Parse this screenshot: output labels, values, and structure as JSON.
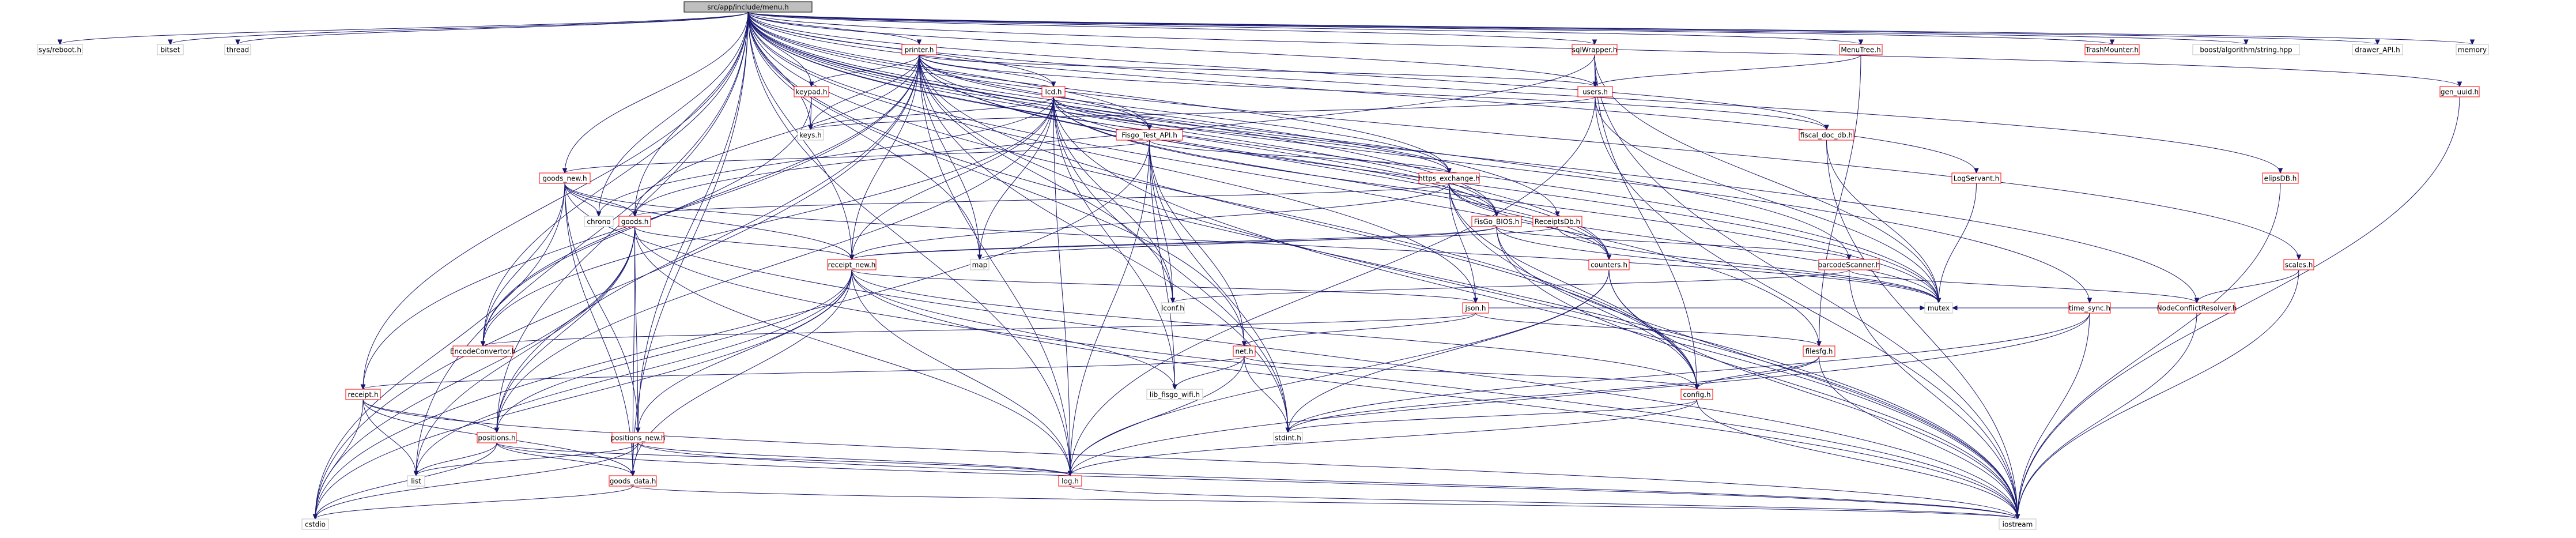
{
  "root": "src/app/include/menu.h",
  "nodes": [
    {
      "id": "menu",
      "label": "src/app/include/menu.h",
      "kind": "root"
    },
    {
      "id": "sysreboot",
      "label": "sys/reboot.h",
      "kind": "external"
    },
    {
      "id": "bitset",
      "label": "bitset",
      "kind": "external"
    },
    {
      "id": "thread",
      "label": "thread",
      "kind": "external"
    },
    {
      "id": "printer",
      "label": "printer.h",
      "kind": "local"
    },
    {
      "id": "sqlwrapper",
      "label": "sqlWrapper.h",
      "kind": "local"
    },
    {
      "id": "menutree",
      "label": "MenuTree.h",
      "kind": "local"
    },
    {
      "id": "trashmounter",
      "label": "TrashMounter.h",
      "kind": "local"
    },
    {
      "id": "boostalgo",
      "label": "boost/algorithm/string.hpp",
      "kind": "external"
    },
    {
      "id": "drawerapi",
      "label": "drawer_API.h",
      "kind": "external"
    },
    {
      "id": "memory",
      "label": "memory",
      "kind": "external"
    },
    {
      "id": "keypad",
      "label": "keypad.h",
      "kind": "local"
    },
    {
      "id": "lcd",
      "label": "lcd.h",
      "kind": "local"
    },
    {
      "id": "users",
      "label": "users.h",
      "kind": "local"
    },
    {
      "id": "keys",
      "label": "keys.h",
      "kind": "external"
    },
    {
      "id": "fiscaldoc",
      "label": "fiscal_doc_db.h",
      "kind": "local"
    },
    {
      "id": "fisgotest",
      "label": "Fisgo_Test_API.h",
      "kind": "local"
    },
    {
      "id": "goodsnew",
      "label": "goods_new.h",
      "kind": "local"
    },
    {
      "id": "https",
      "label": "https_exchange.h",
      "kind": "local"
    },
    {
      "id": "logservant",
      "label": "LogServant.h",
      "kind": "local"
    },
    {
      "id": "elipsdb",
      "label": "elipsDB.h",
      "kind": "local"
    },
    {
      "id": "genuuid",
      "label": "gen_uuid.h",
      "kind": "local"
    },
    {
      "id": "chrono",
      "label": "chrono",
      "kind": "external"
    },
    {
      "id": "goods",
      "label": "goods.h",
      "kind": "local"
    },
    {
      "id": "fisgobios",
      "label": "FisGo_BIOS.h",
      "kind": "local"
    },
    {
      "id": "receiptsdb",
      "label": "ReceiptsDb.h",
      "kind": "local"
    },
    {
      "id": "barcode",
      "label": "barcodeScanner.h",
      "kind": "local"
    },
    {
      "id": "scales",
      "label": "scales.h",
      "kind": "local"
    },
    {
      "id": "map",
      "label": "map",
      "kind": "external"
    },
    {
      "id": "receiptnew",
      "label": "receipt_new.h",
      "kind": "local"
    },
    {
      "id": "counters",
      "label": "counters.h",
      "kind": "local"
    },
    {
      "id": "timesync",
      "label": "time_sync.h",
      "kind": "local"
    },
    {
      "id": "nodeconflict",
      "label": "NodeConflictResolver.h",
      "kind": "local"
    },
    {
      "id": "lconf",
      "label": "lconf.h",
      "kind": "external"
    },
    {
      "id": "json",
      "label": "json.h",
      "kind": "local"
    },
    {
      "id": "mutex",
      "label": "mutex",
      "kind": "external"
    },
    {
      "id": "encode",
      "label": "EncodeConvertor.h",
      "kind": "local"
    },
    {
      "id": "net",
      "label": "net.h",
      "kind": "local"
    },
    {
      "id": "filesfg",
      "label": "filesfg.h",
      "kind": "local"
    },
    {
      "id": "receipt",
      "label": "receipt.h",
      "kind": "local"
    },
    {
      "id": "config",
      "label": "config.h",
      "kind": "local"
    },
    {
      "id": "libfiscow",
      "label": "lib_fisgo_wifi.h",
      "kind": "external"
    },
    {
      "id": "positions",
      "label": "positions.h",
      "kind": "local"
    },
    {
      "id": "positionsnew",
      "label": "positions_new.h",
      "kind": "local"
    },
    {
      "id": "stdint",
      "label": "stdint.h",
      "kind": "external"
    },
    {
      "id": "list",
      "label": "list",
      "kind": "external"
    },
    {
      "id": "log",
      "label": "log.h",
      "kind": "local"
    },
    {
      "id": "goodsdata",
      "label": "goods_data.h",
      "kind": "local"
    },
    {
      "id": "cstdio",
      "label": "cstdio",
      "kind": "external"
    },
    {
      "id": "iostream",
      "label": "iostream",
      "kind": "external"
    }
  ],
  "edges": [
    [
      "menu",
      "sysreboot"
    ],
    [
      "menu",
      "bitset"
    ],
    [
      "menu",
      "thread"
    ],
    [
      "menu",
      "printer"
    ],
    [
      "menu",
      "sqlwrapper"
    ],
    [
      "menu",
      "menutree"
    ],
    [
      "menu",
      "trashmounter"
    ],
    [
      "menu",
      "boostalgo"
    ],
    [
      "menu",
      "drawerapi"
    ],
    [
      "menu",
      "memory"
    ],
    [
      "menu",
      "keypad"
    ],
    [
      "menu",
      "lcd"
    ],
    [
      "menu",
      "users"
    ],
    [
      "menu",
      "keys"
    ],
    [
      "menu",
      "fiscaldoc"
    ],
    [
      "menu",
      "fisgotest"
    ],
    [
      "menu",
      "goodsnew"
    ],
    [
      "menu",
      "https"
    ],
    [
      "menu",
      "logservant"
    ],
    [
      "menu",
      "elipsdb"
    ],
    [
      "menu",
      "genuuid"
    ],
    [
      "menu",
      "chrono"
    ],
    [
      "menu",
      "goods"
    ],
    [
      "menu",
      "fisgobios"
    ],
    [
      "menu",
      "receiptsdb"
    ],
    [
      "menu",
      "barcode"
    ],
    [
      "menu",
      "scales"
    ],
    [
      "menu",
      "map"
    ],
    [
      "menu",
      "receiptnew"
    ],
    [
      "menu",
      "counters"
    ],
    [
      "menu",
      "timesync"
    ],
    [
      "menu",
      "nodeconflict"
    ],
    [
      "menu",
      "json"
    ],
    [
      "menu",
      "mutex"
    ],
    [
      "menu",
      "encode"
    ],
    [
      "menu",
      "net"
    ],
    [
      "menu",
      "filesfg"
    ],
    [
      "menu",
      "receipt"
    ],
    [
      "menu",
      "config"
    ],
    [
      "menu",
      "positions"
    ],
    [
      "menu",
      "positionsnew"
    ],
    [
      "menu",
      "list"
    ],
    [
      "menu",
      "log"
    ],
    [
      "menu",
      "goodsdata"
    ],
    [
      "menu",
      "iostream"
    ],
    [
      "printer",
      "keypad"
    ],
    [
      "printer",
      "lcd"
    ],
    [
      "printer",
      "users"
    ],
    [
      "printer",
      "keys"
    ],
    [
      "printer",
      "fiscaldoc"
    ],
    [
      "printer",
      "fisgotest"
    ],
    [
      "printer",
      "https"
    ],
    [
      "printer",
      "fisgobios"
    ],
    [
      "printer",
      "receiptnew"
    ],
    [
      "printer",
      "counters"
    ],
    [
      "printer",
      "lconf"
    ],
    [
      "printer",
      "mutex"
    ],
    [
      "printer",
      "encode"
    ],
    [
      "printer",
      "config"
    ],
    [
      "printer",
      "positions"
    ],
    [
      "printer",
      "log"
    ],
    [
      "printer",
      "cstdio"
    ],
    [
      "printer",
      "iostream"
    ],
    [
      "printer",
      "stdint"
    ],
    [
      "printer",
      "goods"
    ],
    [
      "printer",
      "receipt"
    ],
    [
      "printer",
      "map"
    ],
    [
      "sqlwrapper",
      "users"
    ],
    [
      "sqlwrapper",
      "goods"
    ],
    [
      "sqlwrapper",
      "config"
    ],
    [
      "sqlwrapper",
      "mutex"
    ],
    [
      "sqlwrapper",
      "iostream"
    ],
    [
      "menutree",
      "users"
    ],
    [
      "menutree",
      "filesfg"
    ],
    [
      "genuuid",
      "iostream"
    ],
    [
      "elipsdb",
      "iostream"
    ],
    [
      "keypad",
      "keys"
    ],
    [
      "keypad",
      "encode"
    ],
    [
      "lcd",
      "keys"
    ],
    [
      "lcd",
      "fisgotest"
    ],
    [
      "lcd",
      "https"
    ],
    [
      "lcd",
      "fisgobios"
    ],
    [
      "lcd",
      "receiptnew"
    ],
    [
      "lcd",
      "counters"
    ],
    [
      "lcd",
      "lconf"
    ],
    [
      "lcd",
      "map"
    ],
    [
      "lcd",
      "mutex"
    ],
    [
      "lcd",
      "encode"
    ],
    [
      "lcd",
      "log"
    ],
    [
      "lcd",
      "iostream"
    ],
    [
      "lcd",
      "stdint"
    ],
    [
      "lcd",
      "chrono"
    ],
    [
      "lcd",
      "libfiscow"
    ],
    [
      "lcd",
      "positions"
    ],
    [
      "users",
      "keys"
    ],
    [
      "users",
      "mutex"
    ],
    [
      "users",
      "iostream"
    ],
    [
      "users",
      "log"
    ],
    [
      "fiscaldoc",
      "mutex"
    ],
    [
      "fiscaldoc",
      "iostream"
    ],
    [
      "fisgotest",
      "goodsnew"
    ],
    [
      "fisgotest",
      "https"
    ],
    [
      "fisgotest",
      "net"
    ],
    [
      "fisgotest",
      "lconf"
    ],
    [
      "fisgotest",
      "log"
    ],
    [
      "fisgotest",
      "libfiscow"
    ],
    [
      "fisgotest",
      "stdint"
    ],
    [
      "fisgotest",
      "cstdio"
    ],
    [
      "goodsnew",
      "chrono"
    ],
    [
      "goodsnew",
      "goods"
    ],
    [
      "goodsnew",
      "receiptnew"
    ],
    [
      "goodsnew",
      "encode"
    ],
    [
      "goodsnew",
      "positionsnew"
    ],
    [
      "goodsnew",
      "mutex"
    ],
    [
      "goodsnew",
      "iostream"
    ],
    [
      "goodsnew",
      "cstdio"
    ],
    [
      "goodsnew",
      "goodsdata"
    ],
    [
      "https",
      "goods"
    ],
    [
      "https",
      "receiptnew"
    ],
    [
      "https",
      "fisgobios"
    ],
    [
      "https",
      "counters"
    ],
    [
      "https",
      "json"
    ],
    [
      "https",
      "mutex"
    ],
    [
      "https",
      "config"
    ],
    [
      "https",
      "iostream"
    ],
    [
      "logservant",
      "mutex"
    ],
    [
      "goods",
      "receiptnew"
    ],
    [
      "goods",
      "positions"
    ],
    [
      "goods",
      "positionsnew"
    ],
    [
      "goods",
      "goodsdata"
    ],
    [
      "goods",
      "log"
    ],
    [
      "goods",
      "cstdio"
    ],
    [
      "goods",
      "iostream"
    ],
    [
      "goods",
      "list"
    ],
    [
      "fisgobios",
      "barcode"
    ],
    [
      "fisgobios",
      "map"
    ],
    [
      "fisgobios",
      "receiptnew"
    ],
    [
      "fisgobios",
      "mutex"
    ],
    [
      "fisgobios",
      "config"
    ],
    [
      "fisgobios",
      "iostream"
    ],
    [
      "receiptsdb",
      "receiptnew"
    ],
    [
      "receiptsdb",
      "mutex"
    ],
    [
      "barcode",
      "lconf"
    ],
    [
      "barcode",
      "nodeconflict"
    ],
    [
      "barcode",
      "iostream"
    ],
    [
      "scales",
      "nodeconflict"
    ],
    [
      "scales",
      "iostream"
    ],
    [
      "nodeconflict",
      "mutex"
    ],
    [
      "nodeconflict",
      "iostream"
    ],
    [
      "receiptnew",
      "json"
    ],
    [
      "receiptnew",
      "positions"
    ],
    [
      "receiptnew",
      "positionsnew"
    ],
    [
      "receiptnew",
      "goodsdata"
    ],
    [
      "receiptnew",
      "log"
    ],
    [
      "receiptnew",
      "config"
    ],
    [
      "receiptnew",
      "libfiscow"
    ],
    [
      "receiptnew",
      "list"
    ],
    [
      "receiptnew",
      "cstdio"
    ],
    [
      "receiptnew",
      "iostream"
    ],
    [
      "counters",
      "config"
    ],
    [
      "counters",
      "stdint"
    ],
    [
      "counters",
      "log"
    ],
    [
      "counters",
      "iostream"
    ],
    [
      "timesync",
      "mutex"
    ],
    [
      "timesync",
      "stdint"
    ],
    [
      "timesync",
      "log"
    ],
    [
      "timesync",
      "iostream"
    ],
    [
      "json",
      "net"
    ],
    [
      "json",
      "filesfg"
    ],
    [
      "json",
      "mutex"
    ],
    [
      "json",
      "encode"
    ],
    [
      "net",
      "receipt"
    ],
    [
      "net",
      "config"
    ],
    [
      "net",
      "libfiscow"
    ],
    [
      "net",
      "stdint"
    ],
    [
      "net",
      "log"
    ],
    [
      "filesfg",
      "config"
    ],
    [
      "filesfg",
      "stdint"
    ],
    [
      "filesfg",
      "iostream"
    ],
    [
      "receipt",
      "positions"
    ],
    [
      "receipt",
      "goodsdata"
    ],
    [
      "receipt",
      "list"
    ],
    [
      "receipt",
      "cstdio"
    ],
    [
      "receipt",
      "iostream"
    ],
    [
      "config",
      "stdint"
    ],
    [
      "config",
      "log"
    ],
    [
      "config",
      "iostream"
    ],
    [
      "positions",
      "goodsdata"
    ],
    [
      "positions",
      "log"
    ],
    [
      "positions",
      "list"
    ],
    [
      "positions",
      "cstdio"
    ],
    [
      "positions",
      "iostream"
    ],
    [
      "positionsnew",
      "goodsdata"
    ],
    [
      "positionsnew",
      "log"
    ],
    [
      "positionsnew",
      "list"
    ],
    [
      "positionsnew",
      "cstdio"
    ],
    [
      "positionsnew",
      "iostream"
    ],
    [
      "goodsdata",
      "cstdio"
    ],
    [
      "goodsdata",
      "iostream"
    ],
    [
      "log",
      "iostream"
    ]
  ]
}
